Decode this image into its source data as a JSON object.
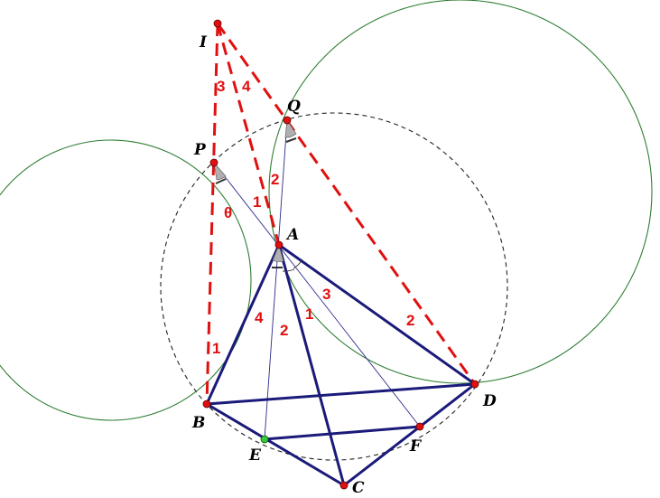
{
  "points": {
    "I": "I",
    "P": "P",
    "Q": "Q",
    "A": "A",
    "B": "B",
    "C": "C",
    "D": "D",
    "E": "E",
    "F": "F"
  },
  "angle_labels": {
    "theta": "θ",
    "n1_pa": "1",
    "n2_qa": "2",
    "n3_ia": "3",
    "n4_ia": "4",
    "n1_bi": "1",
    "n2_dq": "2",
    "n3_ad": "3",
    "n4_ab": "4",
    "n2_ae": "2",
    "n1_af": "1"
  },
  "colors": {
    "quad_edges": "#1a1a7a",
    "thin_lines": "#2a2a8a",
    "red_dashed": "#e01010",
    "green_circles": "#2e7d32",
    "dashed_circle": "#222222",
    "point_fill": "#e01010",
    "point_e_fill": "#33cc33",
    "label_red": "#e01010",
    "angle_fill": "#b0b0b0"
  }
}
